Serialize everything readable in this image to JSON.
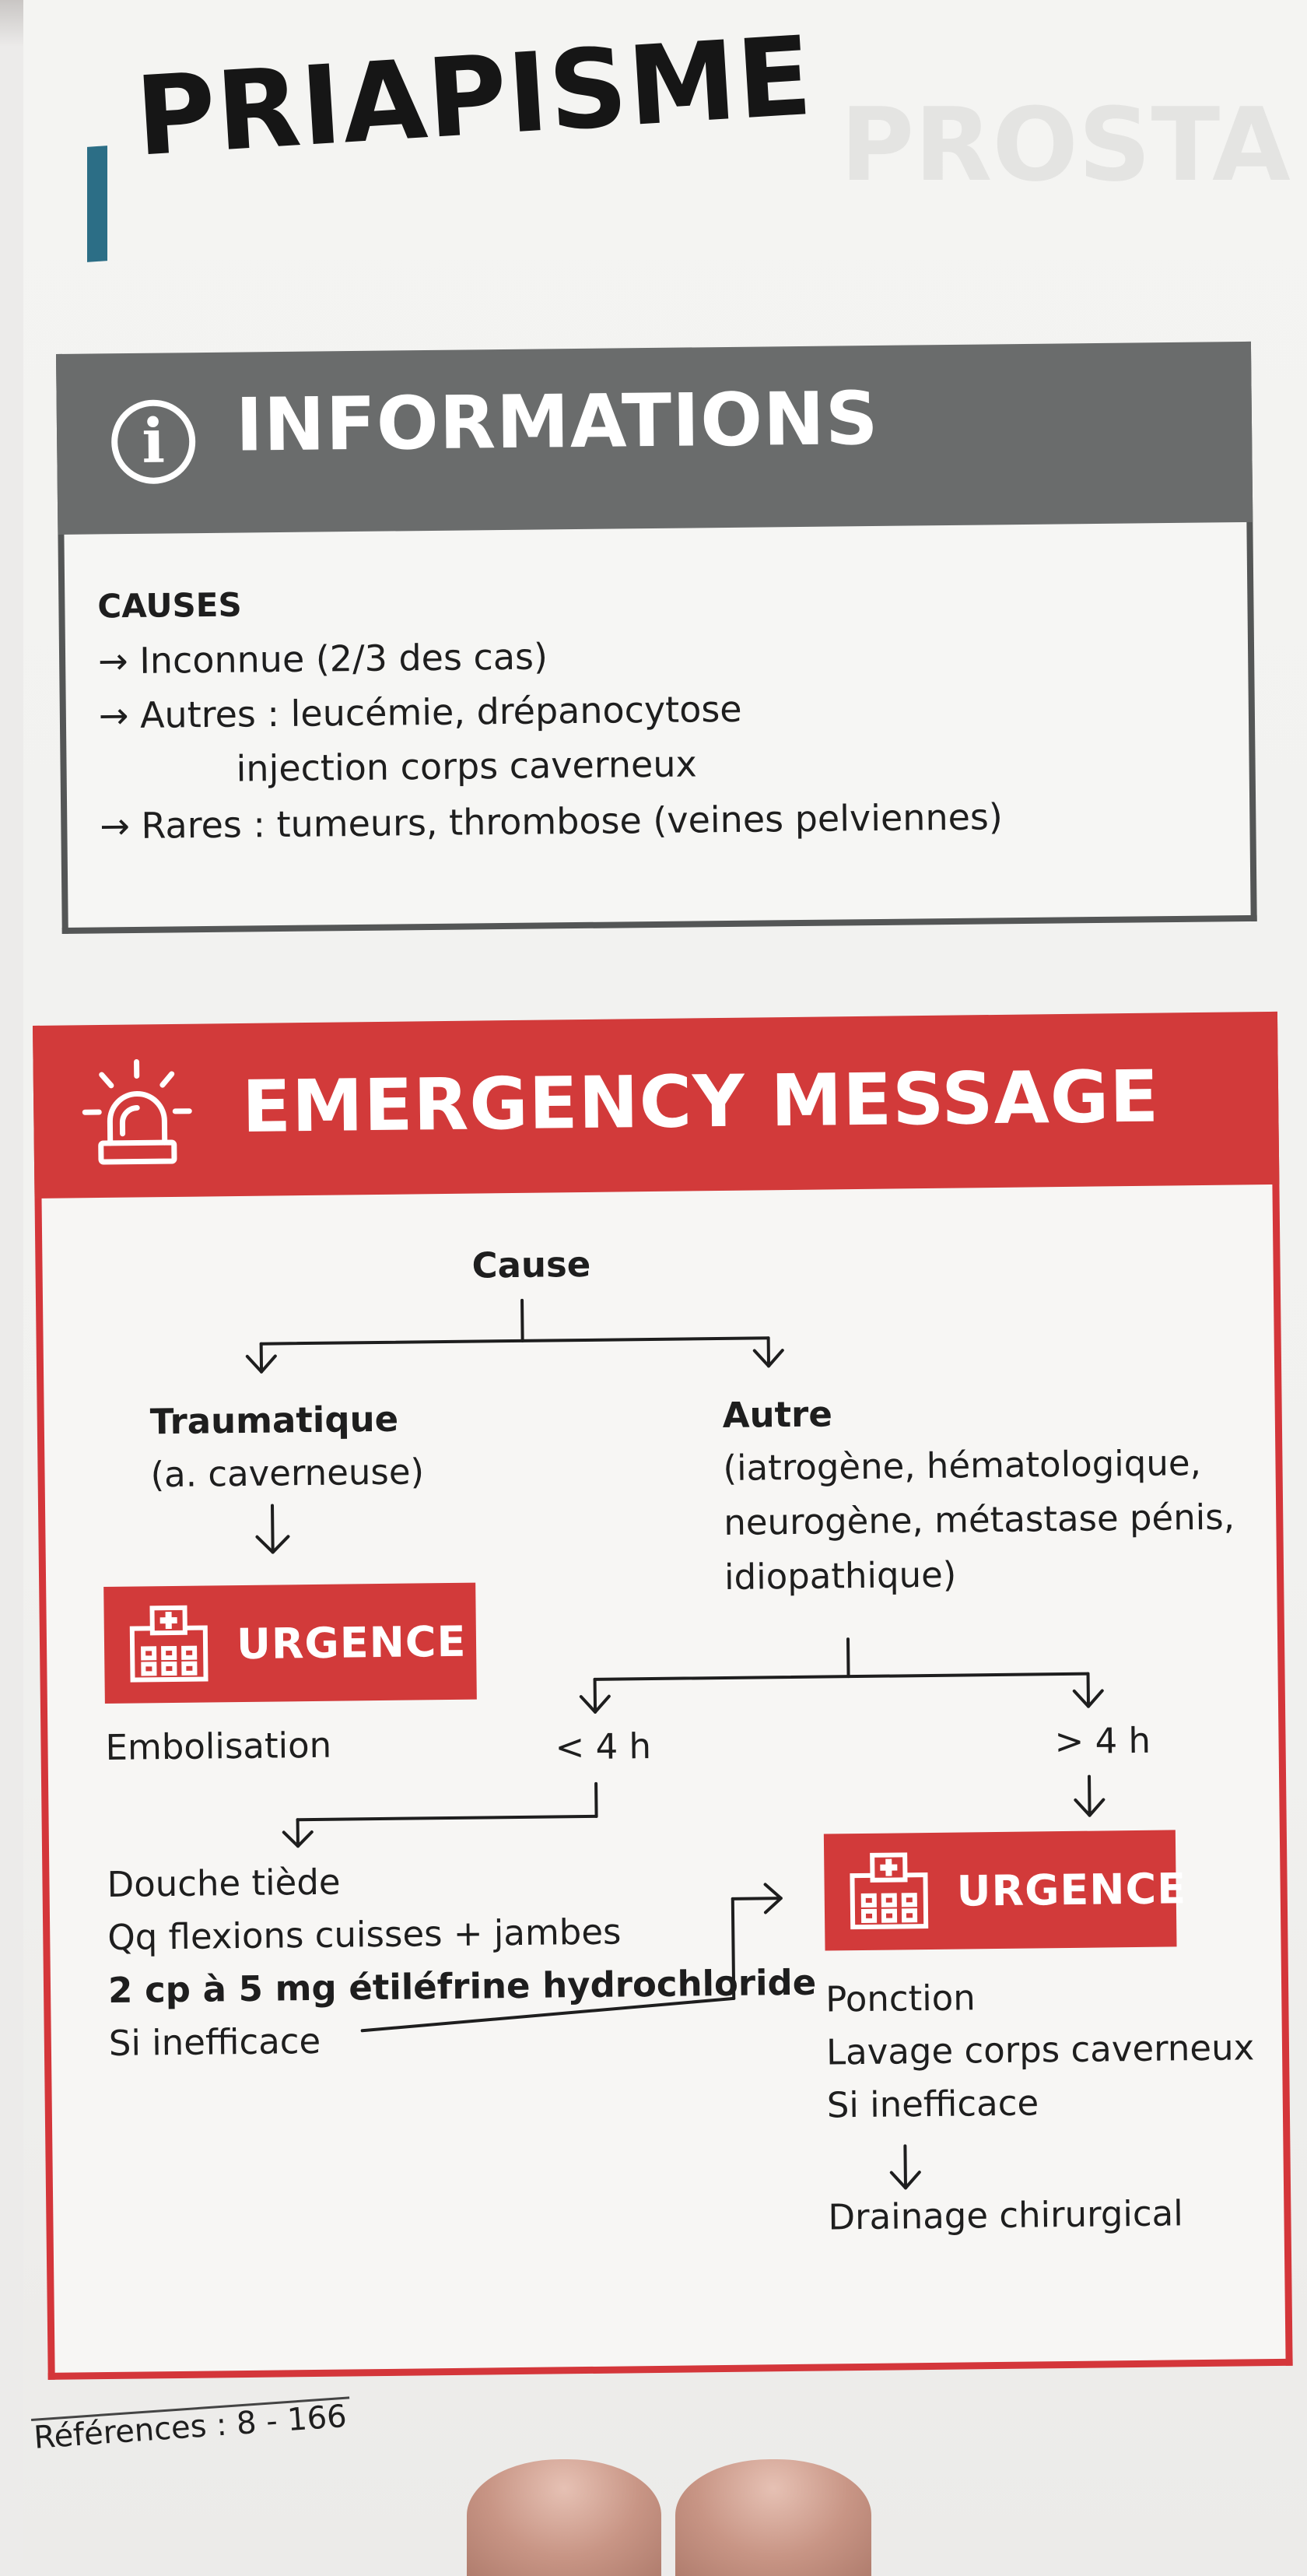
{
  "page_title": "PRIAPISME",
  "info": {
    "header": "INFORMATIONS",
    "causes_title": "CAUSES",
    "lines": [
      "→ Inconnue (2/3 des cas)",
      "→ Autres : leucémie, drépanocytose",
      "injection corps caverneux",
      "→ Rares : tumeurs, thrombose (veines pelviennes)"
    ]
  },
  "emergency": {
    "header": "EMERGENCY MESSAGE",
    "cause": "Cause",
    "traumatique": {
      "title": "Traumatique",
      "subtitle": "(a. caverneuse)"
    },
    "autre": {
      "title": "Autre",
      "lines": [
        "(iatrogène, hématologique,",
        "neurogène, métastase pénis,",
        "idiopathique)"
      ]
    },
    "urgence_label": "URGENCE",
    "embolisation": "Embolisation",
    "lt4h": "< 4 h",
    "gt4h": "> 4 h",
    "left_steps": [
      "Douche tiède",
      "Qq flexions cuisses + jambes",
      "2 cp à 5 mg étiléfrine hydrochloride",
      "Si inefficace"
    ],
    "right_steps": [
      "Ponction",
      "Lavage corps caverneux",
      "Si inefficace",
      "Drainage chirurgical"
    ]
  },
  "references": "Références : 8 - 166",
  "colors": {
    "accent_red": "#d23a3a",
    "header_gray": "#6a6c6c",
    "title_bar_teal": "#2c6e86"
  }
}
